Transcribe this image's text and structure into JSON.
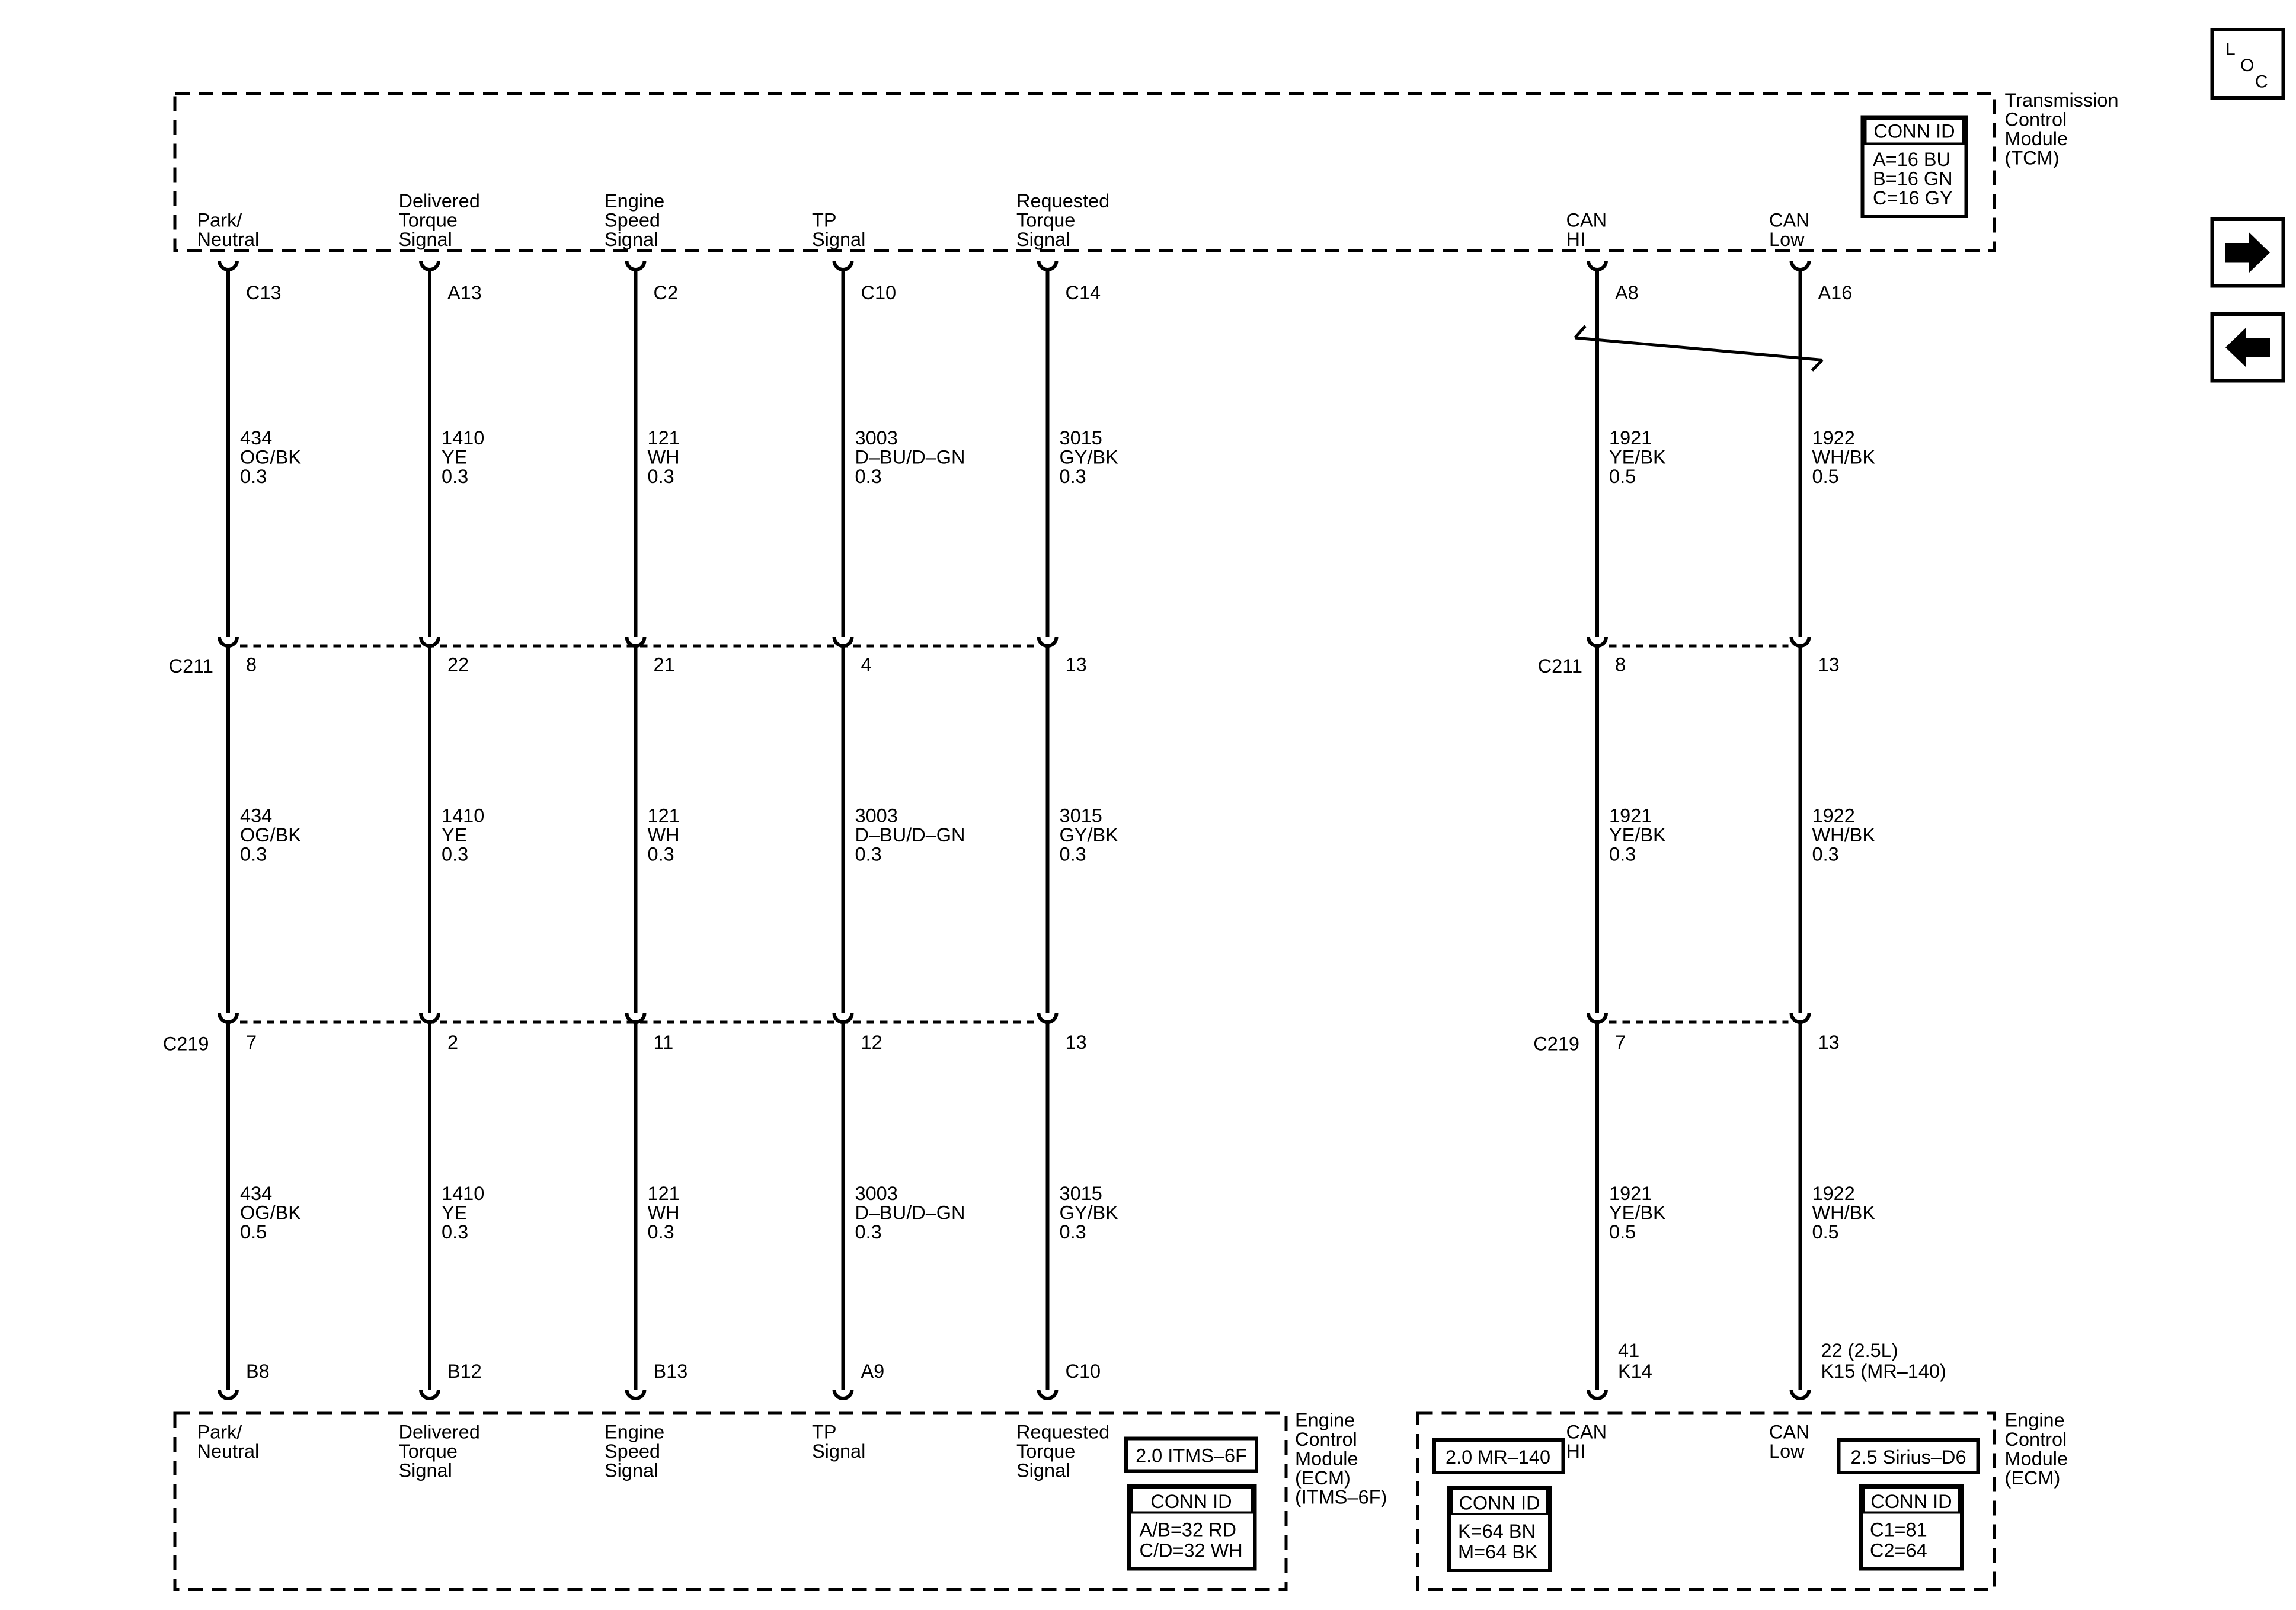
{
  "tcm": {
    "module_label": [
      "Transmission",
      "Control",
      "Module",
      "(TCM)"
    ],
    "conn_id": {
      "title": "CONN ID",
      "lines": [
        "A=16 BU",
        "B=16 GN",
        "C=16 GY"
      ]
    }
  },
  "ecm_left": {
    "module_label": [
      "Engine",
      "Control",
      "Module",
      "(ECM)",
      "(ITMS–6F)"
    ],
    "variant": "2.0 ITMS–6F",
    "conn_id": {
      "title": "CONN ID",
      "lines": [
        "A/B=32 RD",
        "C/D=32 WH"
      ]
    }
  },
  "ecm_right": {
    "module_label": [
      "Engine",
      "Control",
      "Module",
      "(ECM)"
    ],
    "variant_left": "2.0 MR–140",
    "variant_right": "2.5 Sirius–D6",
    "conn_id_left": {
      "title": "CONN ID",
      "lines": [
        "K=64 BN",
        "M=64 BK"
      ]
    },
    "conn_id_right": {
      "title": "CONN ID",
      "lines": [
        "C1=81",
        "C2=64"
      ]
    }
  },
  "circuits": [
    {
      "top_label": [
        "Park/",
        "Neutral"
      ],
      "bottom_label": [
        "Park/",
        "Neutral"
      ],
      "tcm_pin": [
        "C13"
      ],
      "c211_pin": "8",
      "c219_pin": "7",
      "ecm_pin": [
        "B8"
      ],
      "wires": [
        [
          "434",
          "OG/BK",
          "0.3"
        ],
        [
          "434",
          "OG/BK",
          "0.3"
        ],
        [
          "434",
          "OG/BK",
          "0.5"
        ]
      ]
    },
    {
      "top_label": [
        "Delivered",
        "Torque",
        "Signal"
      ],
      "bottom_label": [
        "Delivered",
        "Torque",
        "Signal"
      ],
      "tcm_pin": [
        "A13"
      ],
      "c211_pin": "22",
      "c219_pin": "2",
      "ecm_pin": [
        "B12"
      ],
      "wires": [
        [
          "1410",
          "YE",
          "0.3"
        ],
        [
          "1410",
          "YE",
          "0.3"
        ],
        [
          "1410",
          "YE",
          "0.3"
        ]
      ]
    },
    {
      "top_label": [
        "Engine",
        "Speed",
        "Signal"
      ],
      "bottom_label": [
        "Engine",
        "Speed",
        "Signal"
      ],
      "tcm_pin": [
        "C2"
      ],
      "c211_pin": "21",
      "c219_pin": "11",
      "ecm_pin": [
        "B13"
      ],
      "wires": [
        [
          "121",
          "WH",
          "0.3"
        ],
        [
          "121",
          "WH",
          "0.3"
        ],
        [
          "121",
          "WH",
          "0.3"
        ]
      ]
    },
    {
      "top_label": [
        "TP",
        "Signal"
      ],
      "bottom_label": [
        "TP",
        "Signal"
      ],
      "tcm_pin": [
        "C10"
      ],
      "c211_pin": "4",
      "c219_pin": "12",
      "ecm_pin": [
        "A9"
      ],
      "wires": [
        [
          "3003",
          "D–BU/D–GN",
          "0.3"
        ],
        [
          "3003",
          "D–BU/D–GN",
          "0.3"
        ],
        [
          "3003",
          "D–BU/D–GN",
          "0.3"
        ]
      ]
    },
    {
      "top_label": [
        "Requested",
        "Torque",
        "Signal"
      ],
      "bottom_label": [
        "Requested",
        "Torque",
        "Signal"
      ],
      "tcm_pin": [
        "C14"
      ],
      "c211_pin": "13",
      "c219_pin": "13",
      "ecm_pin": [
        "C10"
      ],
      "wires": [
        [
          "3015",
          "GY/BK",
          "0.3"
        ],
        [
          "3015",
          "GY/BK",
          "0.3"
        ],
        [
          "3015",
          "GY/BK",
          "0.3"
        ]
      ]
    },
    {
      "top_label": [
        "CAN",
        "HI"
      ],
      "bottom_label": [
        "CAN",
        "HI"
      ],
      "tcm_pin": [
        "A8"
      ],
      "c211_pin": "8",
      "c219_pin": "7",
      "ecm_pin": [
        "41",
        "K14"
      ],
      "wires": [
        [
          "1921",
          "YE/BK",
          "0.5"
        ],
        [
          "1921",
          "YE/BK",
          "0.3"
        ],
        [
          "1921",
          "YE/BK",
          "0.5"
        ]
      ]
    },
    {
      "top_label": [
        "CAN",
        "Low"
      ],
      "bottom_label": [
        "CAN",
        "Low"
      ],
      "tcm_pin": [
        "A16"
      ],
      "c211_pin": "13",
      "c219_pin": "13",
      "ecm_pin": [
        "22 (2.5L)",
        "K15 (MR–140)"
      ],
      "wires": [
        [
          "1922",
          "WH/BK",
          "0.5"
        ],
        [
          "1922",
          "WH/BK",
          "0.3"
        ],
        [
          "1922",
          "WH/BK",
          "0.5"
        ]
      ]
    }
  ],
  "connectors": {
    "c211": "C211",
    "c219": "C219"
  },
  "nav": {
    "loc_letters": [
      "L",
      "O",
      "C"
    ],
    "forward_icon": "arrow-right-icon",
    "back_icon": "arrow-left-icon"
  }
}
